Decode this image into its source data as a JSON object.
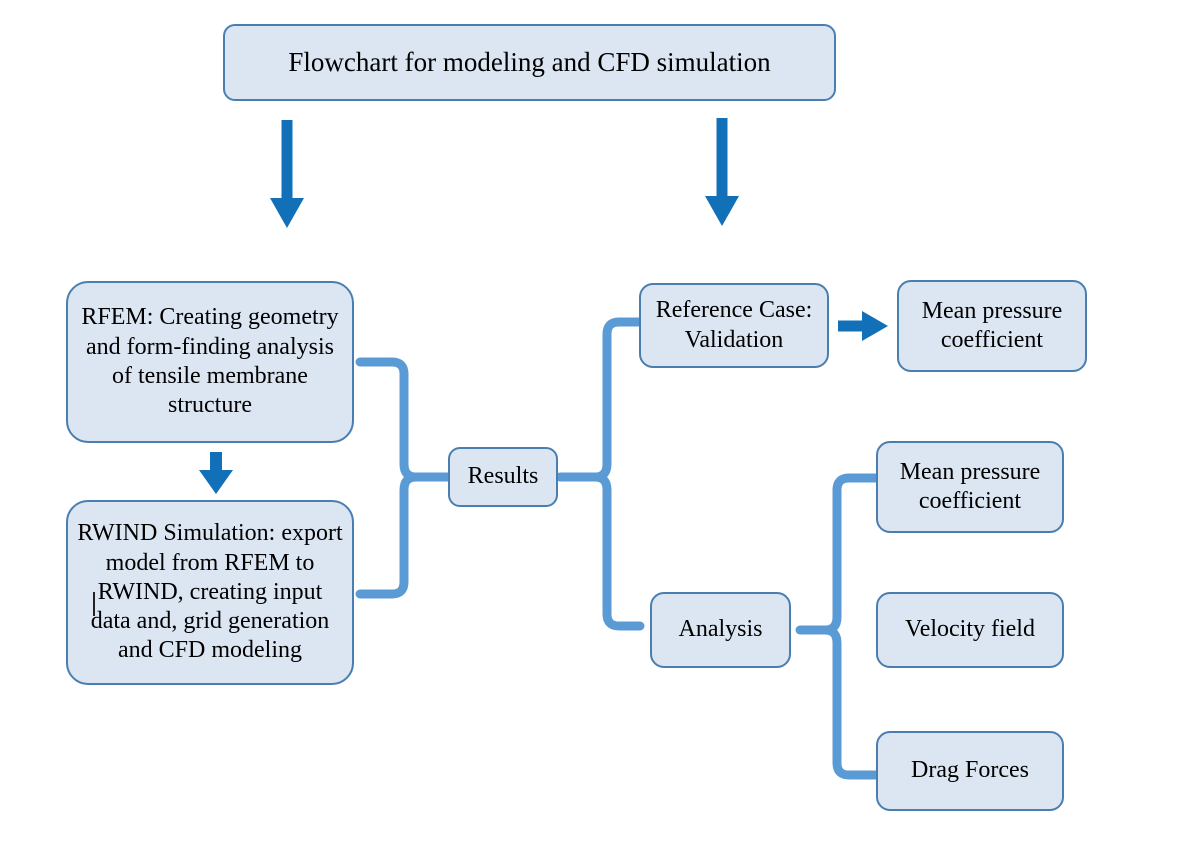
{
  "diagram": {
    "type": "flowchart",
    "title": "Flowchart for modeling and CFD simulation",
    "background_color": "#ffffff",
    "colors": {
      "node_fill": "#dce6f2",
      "node_border": "#4a7eb0",
      "arrow": "#1270b8",
      "brace": "#5b9bd5",
      "text": "#000000"
    },
    "nodes": {
      "title": "Flowchart for modeling and CFD simulation",
      "rfem": "RFEM: Creating geometry\nand form-finding analysis\nof tensile membrane\nstructure",
      "rwind": "RWIND Simulation: export\nmodel from RFEM to\nRWIND, creating input\ndata and, grid generation\nand CFD modeling",
      "results": "Results",
      "reference_case": "Reference Case:\nValidation",
      "mean_pressure_coefficient_validation": "Mean pressure\ncoefficient",
      "analysis": "Analysis",
      "mean_pressure_coefficient_analysis": "Mean pressure\ncoefficient",
      "velocity_field": "Velocity field",
      "drag_forces": "Drag Forces"
    },
    "edges": [
      {
        "id": "title-to-rfem",
        "from": "title",
        "to": "rfem",
        "kind": "arrow-down"
      },
      {
        "id": "title-to-reference",
        "from": "title",
        "to": "reference_case",
        "kind": "arrow-down"
      },
      {
        "id": "rfem-to-rwind",
        "from": "rfem",
        "to": "rwind",
        "kind": "arrow-down"
      },
      {
        "id": "left-group-to-results",
        "from": "rfem+rwind",
        "to": "results",
        "kind": "brace-right"
      },
      {
        "id": "results-to-branches",
        "from": "results",
        "to": "reference_case+analysis",
        "kind": "brace-left"
      },
      {
        "id": "reference-to-mpc",
        "from": "reference_case",
        "to": "mean_pressure_coefficient_validation",
        "kind": "arrow-right"
      },
      {
        "id": "analysis-to-outputs",
        "from": "analysis",
        "to": "mean_pressure_coefficient_analysis+velocity_field+drag_forces",
        "kind": "brace-left"
      }
    ]
  }
}
